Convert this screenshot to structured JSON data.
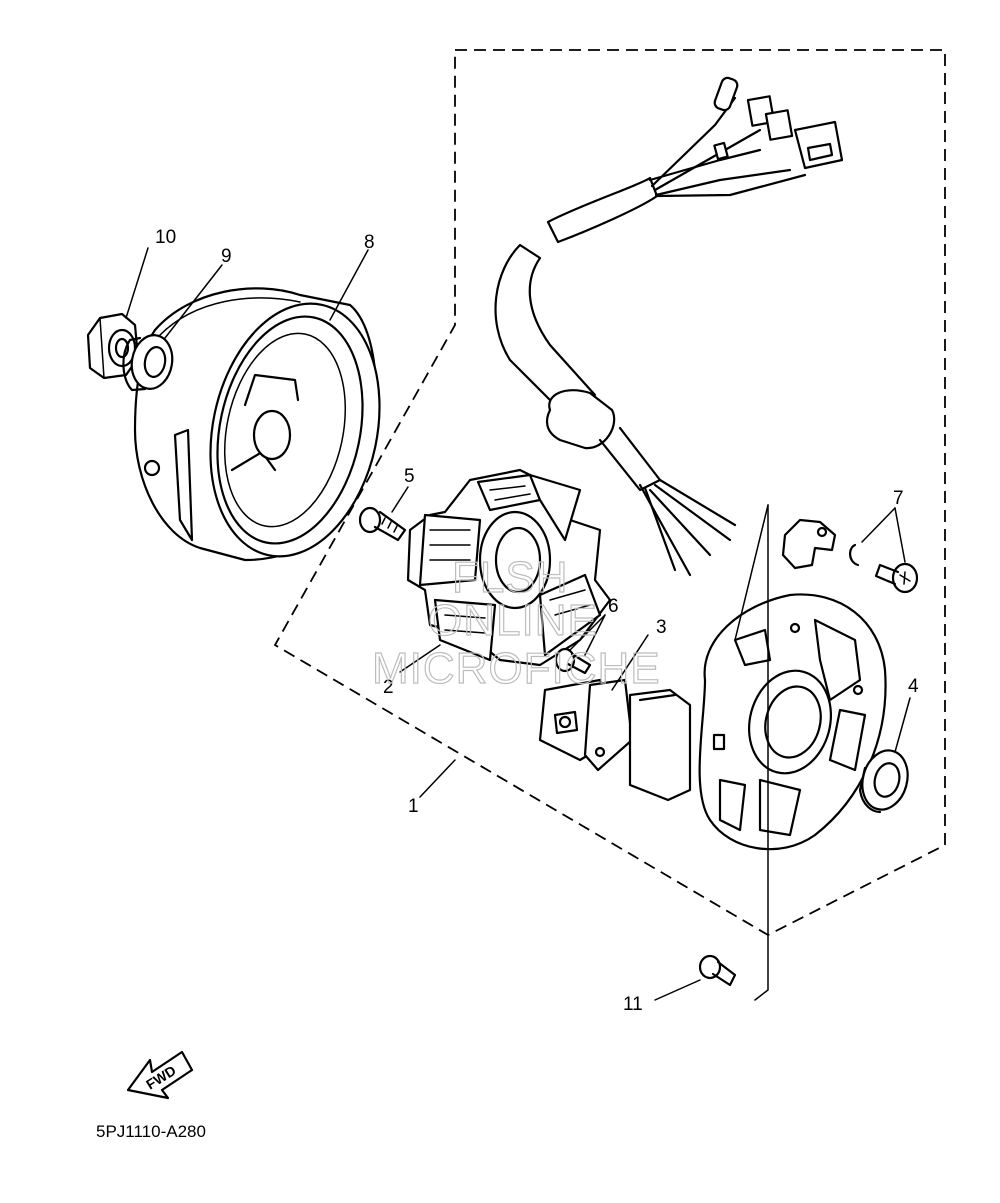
{
  "callouts": [
    {
      "id": "1",
      "label": "1"
    },
    {
      "id": "2",
      "label": "2"
    },
    {
      "id": "3",
      "label": "3"
    },
    {
      "id": "4",
      "label": "4"
    },
    {
      "id": "5",
      "label": "5"
    },
    {
      "id": "6",
      "label": "6"
    },
    {
      "id": "7",
      "label": "7"
    },
    {
      "id": "8",
      "label": "8"
    },
    {
      "id": "9",
      "label": "9"
    },
    {
      "id": "10",
      "label": "10"
    },
    {
      "id": "11",
      "label": "11"
    }
  ],
  "direction_arrow": {
    "label": "FWD"
  },
  "diagram_code": "5PJ1110-A280",
  "watermark": {
    "line1": "FLSH",
    "line2": "ONLINE",
    "line3": "MICROFICHE"
  }
}
